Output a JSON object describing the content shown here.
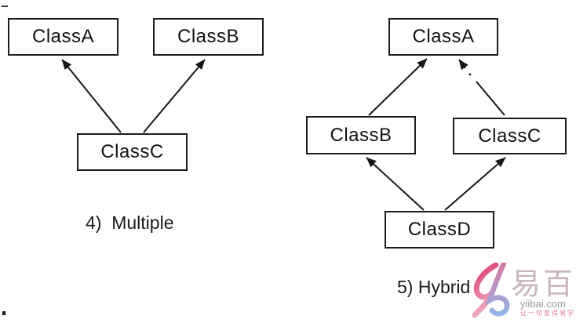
{
  "canvas": {
    "background": "#ffffff",
    "line_color": "#161616"
  },
  "diagrams": {
    "multiple": {
      "caption": "4)  Multiple",
      "nodes": {
        "a": "ClassA",
        "b": "ClassB",
        "c": "ClassC"
      },
      "edges": [
        "ClassC → ClassA",
        "ClassC → ClassB"
      ]
    },
    "hybrid": {
      "caption": "5) Hybrid",
      "nodes": {
        "a": "ClassA",
        "b": "ClassB",
        "c": "ClassC",
        "d": "ClassD"
      },
      "edges": [
        "ClassB → ClassA",
        "ClassC → ClassA",
        "ClassD → ClassB",
        "ClassD → ClassC"
      ]
    }
  },
  "watermark": {
    "brand": "易百",
    "domain": "yiibai.com",
    "slogan": "让一切变得易学",
    "logo_icon": "yiibai-yb-monogram",
    "colors": {
      "pink": "#e0336f",
      "pink_light": "#f2aec4",
      "blue": "#8fb6e8",
      "brand_text": "#c9b6bf",
      "domain_text": "#9a9a9a",
      "slogan_text": "#e0799c"
    }
  }
}
